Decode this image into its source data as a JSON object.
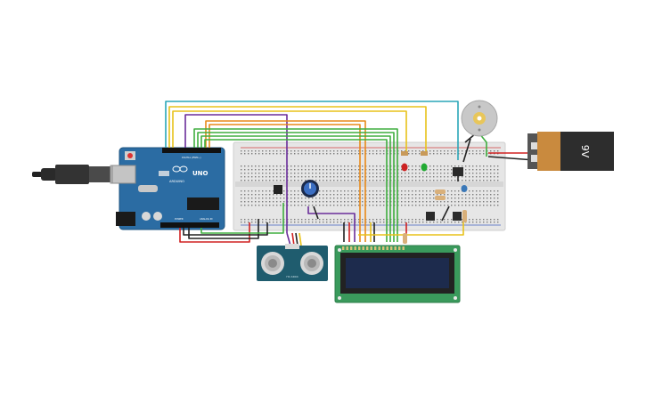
{
  "arduino": {
    "brand": "ARDUINO",
    "model": "UNO",
    "digital_header_label": "DIGITAL (PWM~)",
    "power_header_label": "POWER",
    "analog_header_label": "ANALOG IN"
  },
  "battery": {
    "voltage_label": "9V"
  },
  "ultrasonic_sensor": {
    "label": "HC-SR04"
  },
  "colors": {
    "arduino_board": "#2b6ca3",
    "breadboard": "#e6e6e6",
    "lcd_pcb": "#3a9a5c",
    "lcd_screen": "#1d2b4d",
    "battery_body": "#2d2d2d",
    "battery_terminal": "#c98a3e",
    "sensor_pcb": "#1f5c6e",
    "wire_teal": "#2aa6b8",
    "wire_yellow": "#e8c21a",
    "wire_orange": "#e88a1a",
    "wire_green": "#3fae3f",
    "wire_purple": "#6a2d9a",
    "wire_red": "#d02020",
    "wire_black": "#222222",
    "led_red": "#cc2222",
    "led_green": "#22aa33"
  }
}
